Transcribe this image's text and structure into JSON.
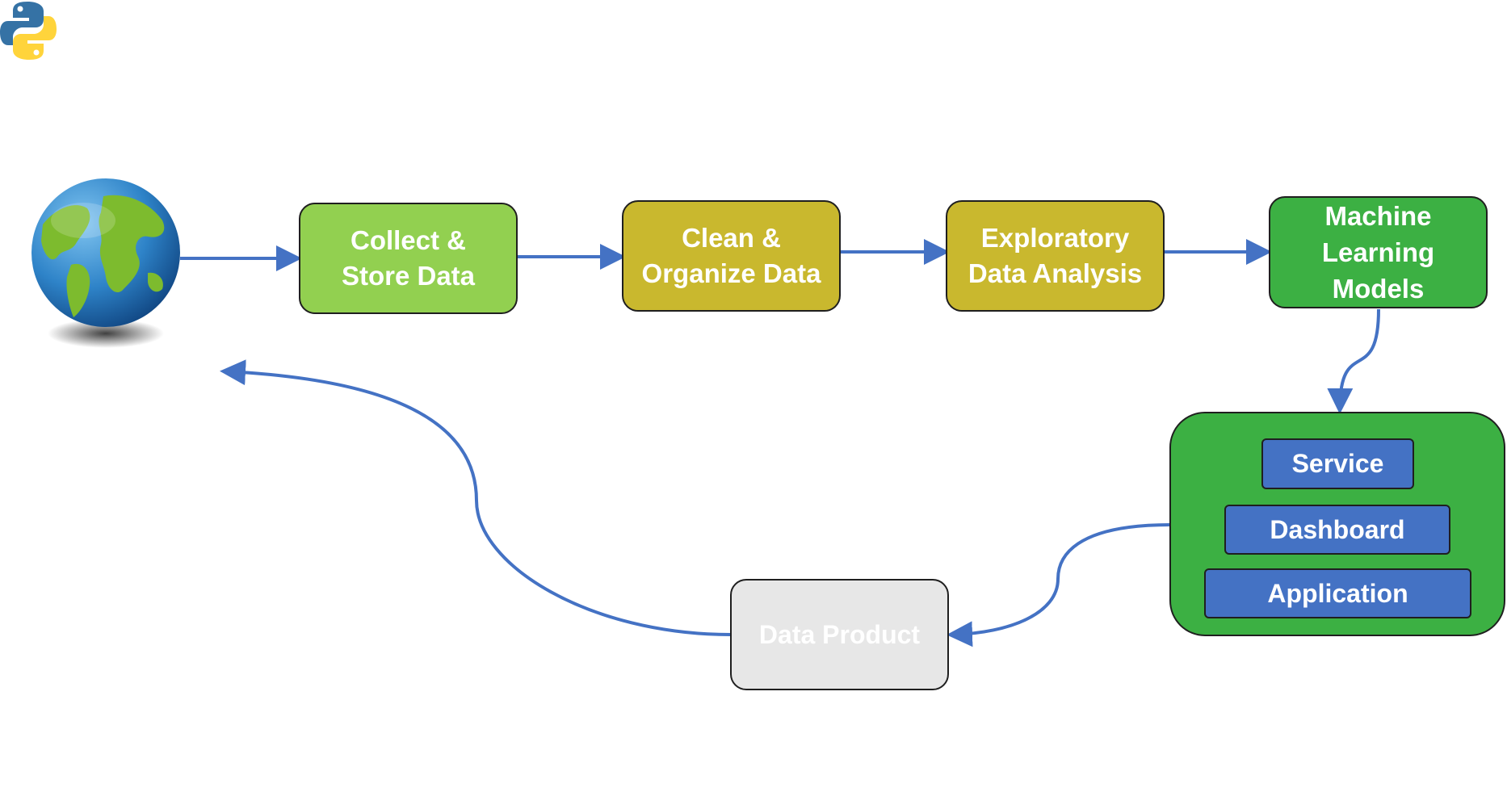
{
  "nodes": {
    "collect": "Collect &\nStore Data",
    "clean": "Clean &\nOrganize Data",
    "eda": "Exploratory\nData Analysis",
    "ml": "Machine\nLearning\nModels",
    "data_product": "Data Product"
  },
  "deploy_options": [
    "Service",
    "Dashboard",
    "Application"
  ],
  "colors": {
    "collect": "#92d050",
    "clean_eda": "#c9b82e",
    "ml": "#3cb043",
    "deploy": "#3cb043",
    "deploy_items": "#4472c4",
    "data_product": "#e7e7e7",
    "arrows": "#4472c4"
  },
  "icons": [
    "python-logo-icon",
    "globe-icon"
  ]
}
